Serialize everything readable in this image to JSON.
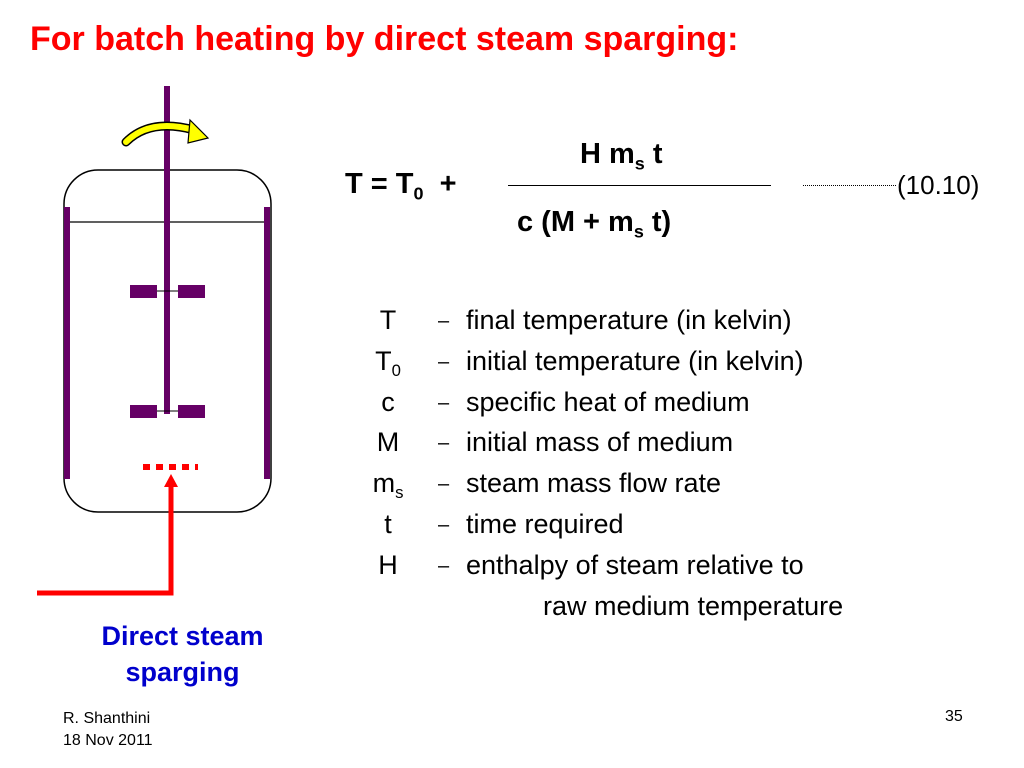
{
  "slide": {
    "title": "For batch heating by direct steam sparging:",
    "caption": "Direct steam sparging",
    "equation": {
      "lhs": "T = T",
      "lhs_sub": "0",
      "plus": "+",
      "numerator_a": "H m",
      "numerator_sub": "s",
      "numerator_b": " t",
      "denominator_a": "c (M + m",
      "denominator_sub": "s",
      "denominator_b": " t)",
      "number": "(10.10)"
    },
    "definitions": [
      {
        "symbol": "T",
        "symbol_sub": "",
        "dash": "–",
        "text": "final temperature (in kelvin)"
      },
      {
        "symbol": "T",
        "symbol_sub": "0",
        "dash": "–",
        "text": "initial temperature (in kelvin)"
      },
      {
        "symbol": "c",
        "symbol_sub": "",
        "dash": "–",
        "text": "specific heat of medium"
      },
      {
        "symbol": "M",
        "symbol_sub": "",
        "dash": "–",
        "text": "initial mass of medium"
      },
      {
        "symbol": "m",
        "symbol_sub": "s",
        "dash": "–",
        "text": "steam mass flow rate"
      },
      {
        "symbol": "t",
        "symbol_sub": "",
        "dash": "–",
        "text": "time required"
      },
      {
        "symbol": "H",
        "symbol_sub": "",
        "dash": "–",
        "text": "enthalpy of steam relative to"
      }
    ],
    "definition_continuation": "raw medium temperature",
    "footer": {
      "author": "R. Shanthini",
      "date": "18 Nov 2011",
      "page": "35"
    }
  },
  "colors": {
    "title": "#ff0000",
    "caption": "#0000cc",
    "shaft": "#660066",
    "steam_pipe": "#ff0000",
    "arrow": "#ffff00"
  },
  "icons": {
    "rotation": "curved-arrow-icon"
  }
}
